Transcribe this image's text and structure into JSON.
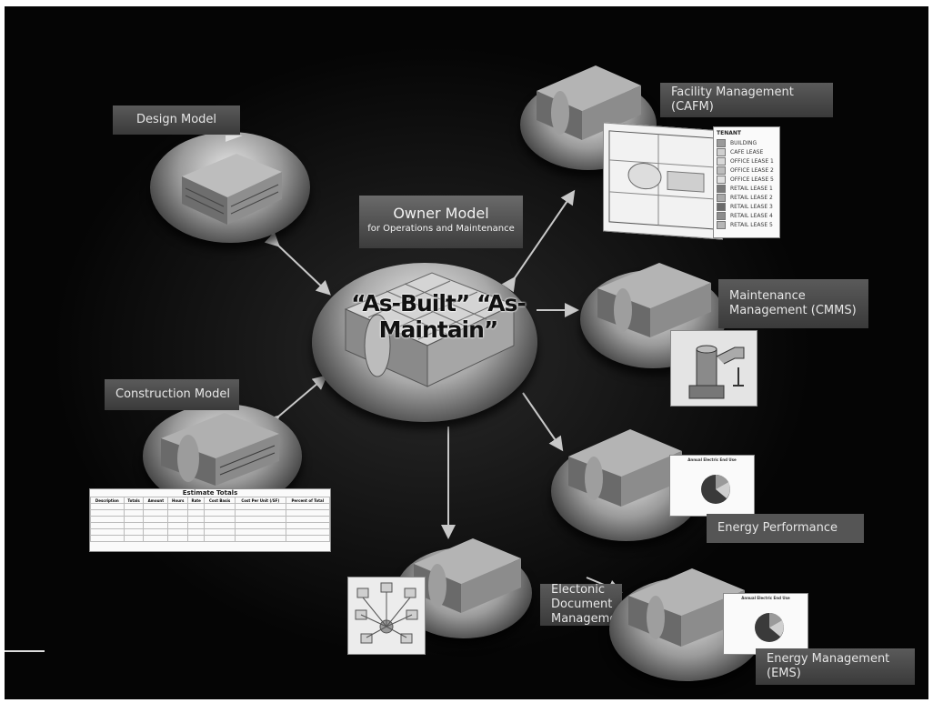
{
  "center": {
    "title": "Owner Model",
    "subtitle": "for Operations and Maintenance",
    "overlay_text": "“As-Built” “As-Maintain”"
  },
  "nodes": {
    "design": "Design Model",
    "construction": "Construction Model",
    "facility": "Facility Management (CAFM)",
    "maintenance": "Maintenance Management (CMMS)",
    "energy_performance": "Energy Performance",
    "electronic_doc": "Electonic Document Management",
    "energy_management": "Energy Management (EMS)"
  },
  "tenant_legend": {
    "title": "TENANT",
    "items": [
      "BUILDING",
      "CAFE LEASE",
      "OFFICE LEASE 1",
      "OFFICE LEASE 2",
      "OFFICE LEASE 5",
      "RETAIL LEASE 1",
      "RETAIL LEASE 2",
      "RETAIL LEASE 3",
      "RETAIL LEASE 4",
      "RETAIL LEASE 5"
    ],
    "colors": [
      "#9a9a9a",
      "#cfcfcf",
      "#d8d8d8",
      "#bdbdbd",
      "#e0e0e0",
      "#7a7a7a",
      "#a8a8a8",
      "#6a6a6a",
      "#8c8c8c",
      "#b5b5b5"
    ]
  },
  "estimate": {
    "title": "Estimate Totals",
    "headers": [
      "Description",
      "Totals",
      "Amount",
      "Hours",
      "Rate",
      "Cost Basis",
      "Cost Per Unit (/SF)",
      "Percent of Total"
    ]
  },
  "chart_caption": "Annual Electric End Use",
  "colors": {
    "background": "#050505",
    "label_bg": "#4a4a4a",
    "arrow": "#c8c8c8"
  }
}
